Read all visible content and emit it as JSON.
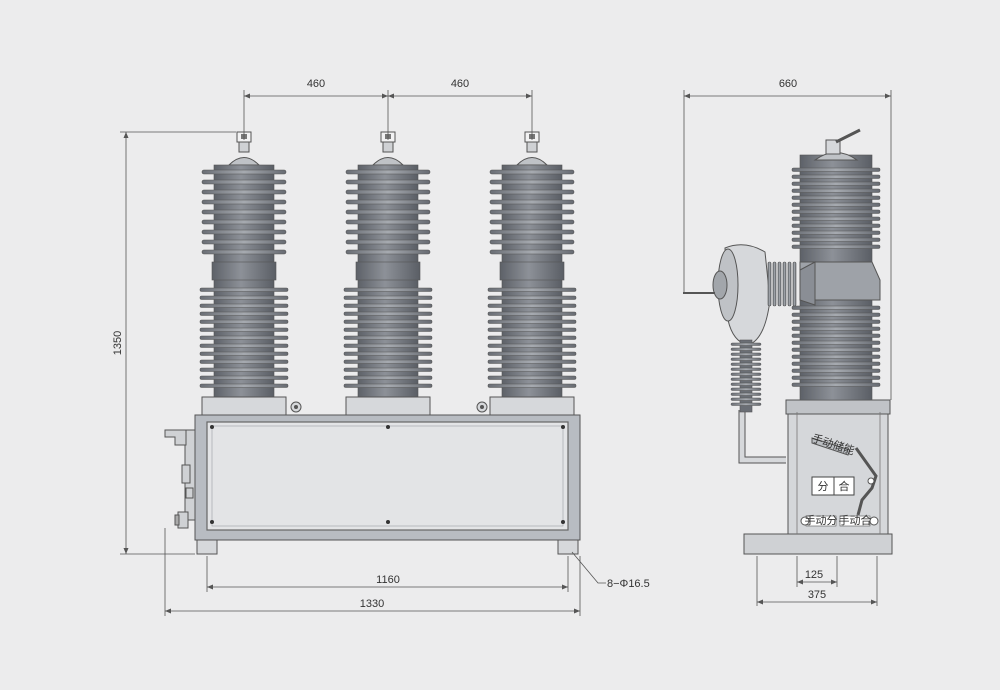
{
  "front_view": {
    "pole_spacing_left": "460",
    "pole_spacing_right": "460",
    "height": "1350",
    "mount_hole_spacing": "1160",
    "overall_width": "1330",
    "mount_holes": "8−Φ16.5"
  },
  "side_view": {
    "overall_depth": "660",
    "base_inner": "125",
    "base_outer": "375",
    "panel_open_label": "分",
    "panel_close_label": "合",
    "plate_label_top": "手动储能",
    "plate_label_left": "手动分",
    "plate_label_right": "手动合"
  },
  "colors": {
    "background": "#ececed",
    "insulator_gray": "#777b82",
    "cabinet_frame": "#b8bcc2",
    "cabinet_panel": "#e3e4e6"
  }
}
